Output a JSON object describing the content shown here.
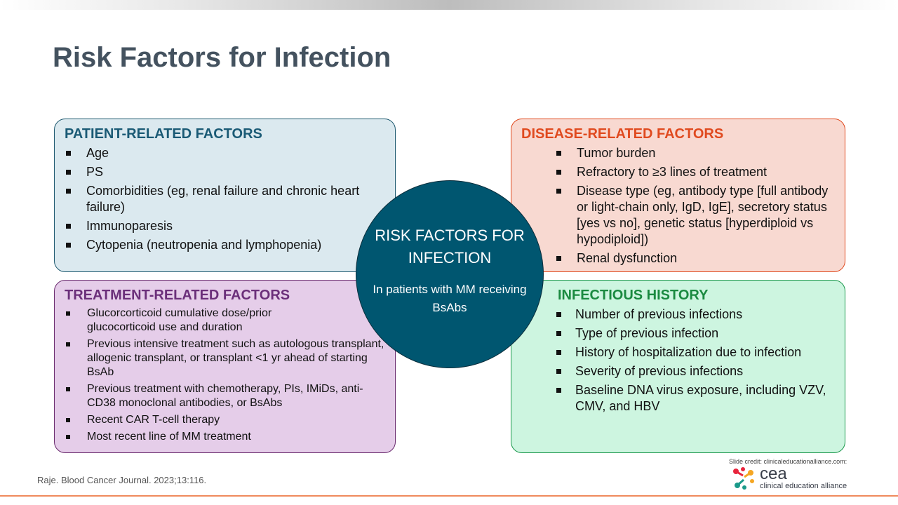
{
  "title": "Risk Factors for Infection",
  "patient": {
    "heading": "PATIENT-RELATED FACTORS",
    "items": [
      "Age",
      "PS",
      "Comorbidities (eg, renal failure and chronic heart failure)",
      "Immunoparesis",
      "Cytopenia (neutropenia and lymphopenia)"
    ]
  },
  "disease": {
    "heading": "DISEASE-RELATED FACTORS",
    "items": [
      "Tumor burden",
      "Refractory to ≥3 lines of treatment",
      "Disease type (eg, antibody type [full antibody or light-chain only, IgD, IgE], secretory status [yes vs no], genetic status [hyperdiploid vs hypodiploid])",
      "Renal dysfunction"
    ]
  },
  "treatment": {
    "heading": "TREATMENT-RELATED FACTORS",
    "items": [
      "Glucorcorticoid cumulative dose/prior glucocorticoid use and duration",
      "Previous intensive treatment such as autologous transplant, allogenic transplant, or transplant <1 yr ahead of starting BsAb",
      "Previous treatment with chemotherapy, PIs, IMiDs, anti-CD38 monoclonal antibodies, or BsAbs",
      "Recent CAR T-cell therapy",
      "Most recent line of MM treatment"
    ]
  },
  "infectious": {
    "heading": "INFECTIOUS HISTORY",
    "items": [
      "Number of previous infections",
      "Type of previous infection",
      "History of hospitalization due to infection",
      "Severity of previous infections",
      "Baseline DNA virus exposure, including VZV, CMV, and HBV"
    ]
  },
  "center": {
    "title": "RISK FACTORS FOR INFECTION",
    "subtitle": "In patients with MM receiving BsAbs"
  },
  "reference": "Raje. Blood Cancer Journal. 2023;13:116.",
  "credit": "Slide credit: clinicaleducationalliance.com:",
  "logo": {
    "short": "cea",
    "full": "clinical education alliance"
  }
}
